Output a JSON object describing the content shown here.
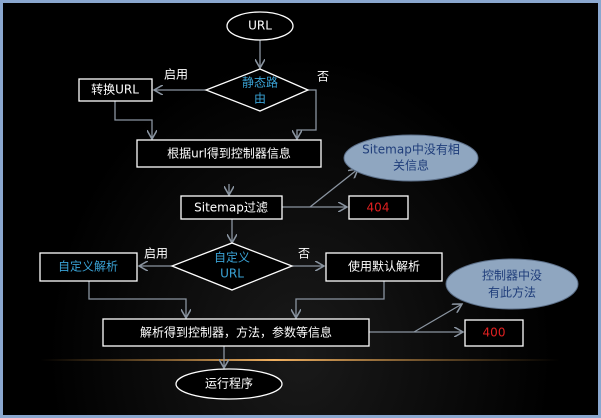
{
  "nodes": {
    "start": "URL",
    "static_route_l1": "静态路",
    "static_route_l2": "由",
    "convert_url": "转换URL",
    "get_controller": "根据url得到控制器信息",
    "sitemap_missing_l1": "Sitemap中没有相",
    "sitemap_missing_l2": "关信息",
    "sitemap_filter": "Sitemap过滤",
    "err404": "404",
    "custom_url_l1": "自定义",
    "custom_url_l2": "URL",
    "custom_parse": "自定义解析",
    "default_parse": "使用默认解析",
    "method_missing_l1": "控制器中没",
    "method_missing_l2": "有此方法",
    "parse_info": "解析得到控制器，方法，参数等信息",
    "err400": "400",
    "run": "运行程序"
  },
  "labels": {
    "enable1": "启用",
    "no1": "否",
    "enable2": "启用",
    "no2": "否"
  },
  "colors": {
    "accent": "#3aa3d6",
    "error": "#e02020",
    "bubble": "#8fa6c0"
  }
}
